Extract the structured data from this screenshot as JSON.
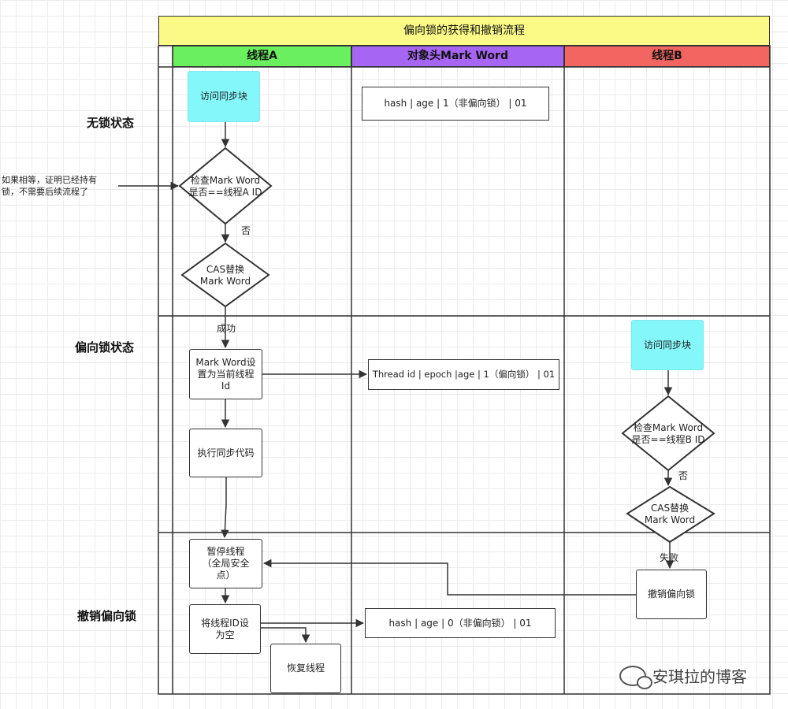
{
  "title": "偏向锁的获得和撤销流程",
  "lanes": {
    "a": "线程A",
    "mark": "对象头Mark Word",
    "b": "线程B"
  },
  "stages": {
    "unlocked": "无锁状态",
    "biased": "偏向锁状态",
    "revoke": "撤销偏向锁"
  },
  "side_note": "如果相等，证明已经持有锁，不需要后续流程了",
  "thread_a": {
    "access": "访问同步块",
    "check": [
      "检查Mark Word",
      "是否==线程A ID"
    ],
    "cas": [
      "CAS替换",
      "Mark Word"
    ],
    "set_mark": "Mark Word设置为当前线程Id",
    "exec": "执行同步代码",
    "pause": "暂停线程（全局安全点）",
    "clear_id": "将线程ID设为空",
    "resume": "恢复线程"
  },
  "mark_word": {
    "unlocked": "hash | age | 1（非偏向锁） | 01",
    "biased": "Thread id | epoch |age | 1（偏向锁） | 01",
    "revoked": "hash | age | 0（非偏向锁） | 01"
  },
  "thread_b": {
    "access": "访问同步块",
    "check": [
      "检查Mark Word",
      "是否==线程B ID"
    ],
    "cas": [
      "CAS替换",
      "Mark Word"
    ],
    "revoke": "撤销偏向锁"
  },
  "edge_labels": {
    "no_a": "否",
    "success": "成功",
    "no_b": "否",
    "fail": "失败"
  },
  "watermark": "安琪拉的博客",
  "colors": {
    "title_bg": "#fbfa86",
    "lane_a": "#6af05e",
    "lane_mark": "#a665f3",
    "lane_b": "#f26560",
    "cyan": "#84f7fb"
  }
}
